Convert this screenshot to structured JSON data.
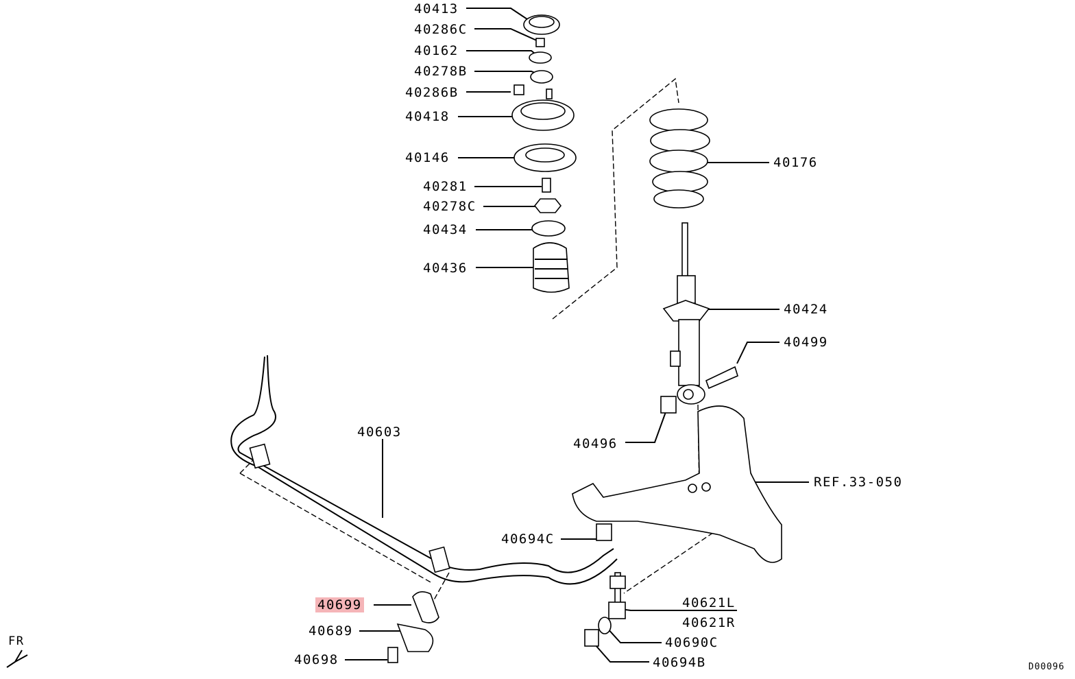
{
  "parts": [
    {
      "id": "40413",
      "label": "40413"
    },
    {
      "id": "40286C",
      "label": "40286C"
    },
    {
      "id": "40162",
      "label": "40162"
    },
    {
      "id": "40278B",
      "label": "40278B"
    },
    {
      "id": "40286B",
      "label": "40286B"
    },
    {
      "id": "40418",
      "label": "40418"
    },
    {
      "id": "40146",
      "label": "40146"
    },
    {
      "id": "40281",
      "label": "40281"
    },
    {
      "id": "40278C",
      "label": "40278C"
    },
    {
      "id": "40434",
      "label": "40434"
    },
    {
      "id": "40436",
      "label": "40436"
    },
    {
      "id": "40176",
      "label": "40176"
    },
    {
      "id": "40424",
      "label": "40424"
    },
    {
      "id": "40499",
      "label": "40499"
    },
    {
      "id": "40496",
      "label": "40496"
    },
    {
      "id": "40603",
      "label": "40603"
    },
    {
      "id": "ref",
      "label": "REF.33-050"
    },
    {
      "id": "40694C",
      "label": "40694C"
    },
    {
      "id": "40699",
      "label": "40699",
      "highlighted": true
    },
    {
      "id": "40621L",
      "label": "40621L"
    },
    {
      "id": "40621R",
      "label": "40621R"
    },
    {
      "id": "40689",
      "label": "40689"
    },
    {
      "id": "40690C",
      "label": "40690C"
    },
    {
      "id": "40698",
      "label": "40698"
    },
    {
      "id": "40694B",
      "label": "40694B"
    }
  ],
  "direction_label": "FR",
  "diagram_code": "D00096",
  "highlight_color": "#f5b5b8"
}
